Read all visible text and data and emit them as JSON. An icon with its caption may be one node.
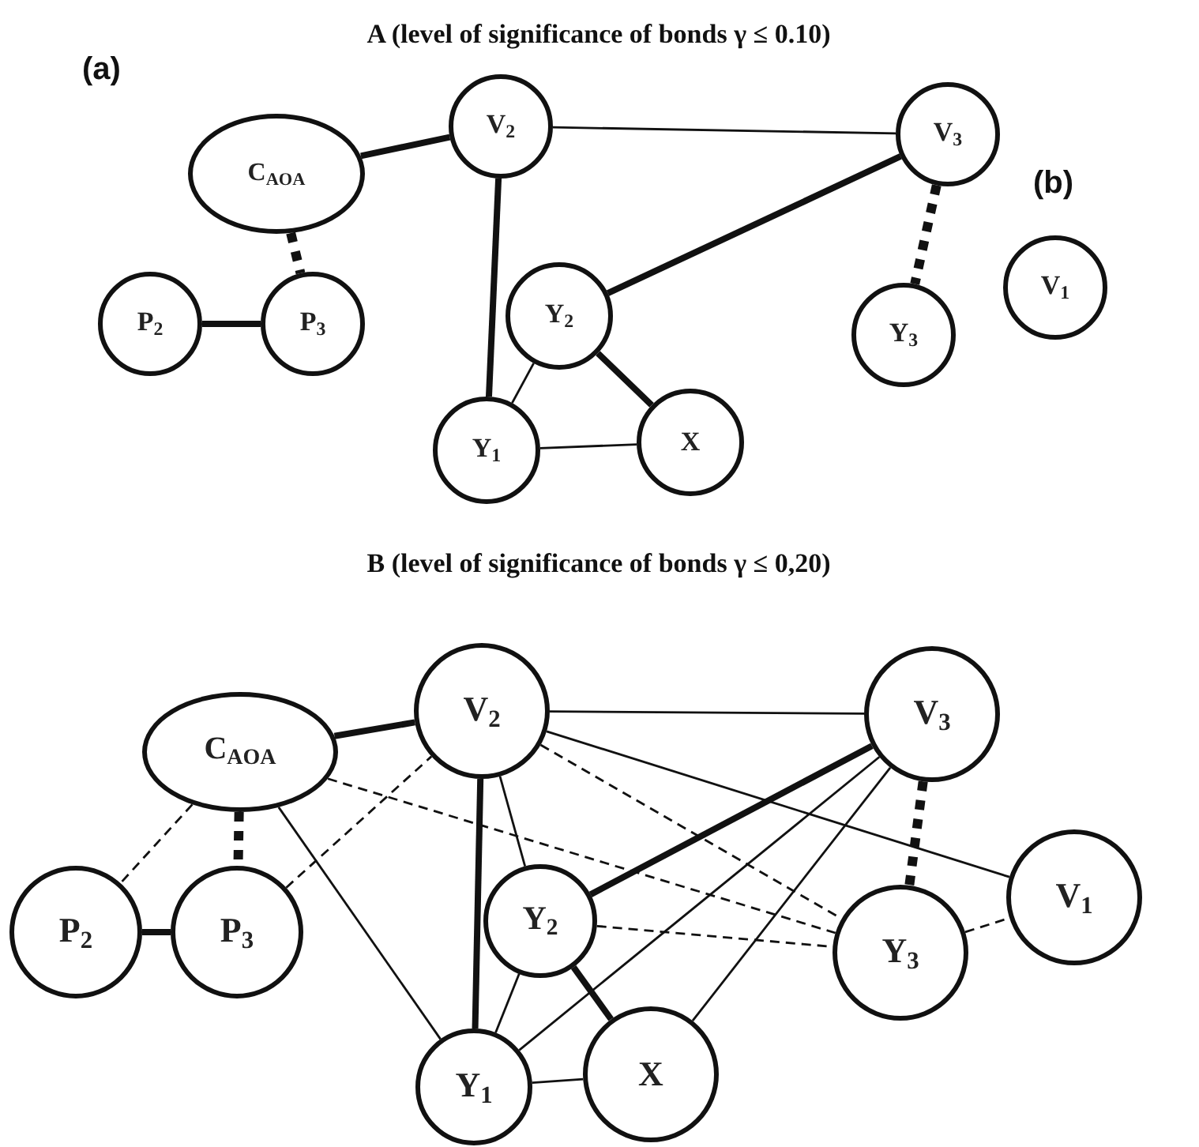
{
  "diagram": {
    "nodes": [
      {
        "text": [
          "V$_{2}$"
        ]
      },
      {
        "text": [
          "V$_{3}$"
        ]
      },
      {
        "text": [
          "C$_{AOA}$"
        ]
      },
      {
        "text": [
          "V$_{1}$"
        ]
      },
      {
        "text": [
          "P$_{2}$"
        ]
      },
      {
        "text": [
          "P$_{3}$"
        ]
      },
      {
        "text": [
          "Y$_{2}$"
        ]
      },
      {
        "text": [
          "Y$_{3}$"
        ]
      },
      {
        "text": [
          "Y$_{1}$"
        ]
      },
      {
        "text": [
          "X"
        ]
      },
      {
        "text": [
          "V$_{2}$"
        ]
      },
      {
        "text": [
          "V$_{3}$"
        ]
      },
      {
        "text": [
          "C$_{AOA}$"
        ]
      },
      {
        "text": [
          "V$_{1}$"
        ]
      },
      {
        "text": [
          "P$_{2}$"
        ]
      },
      {
        "text": [
          "P$_{3}$"
        ]
      },
      {
        "text": [
          "Y$_{2}$"
        ]
      },
      {
        "text": [
          "Y$_{3}$"
        ]
      },
      {
        "text": [
          "Y$_{1}$"
        ]
      },
      {
        "text": [
          "X"
        ]
      }
    ],
    "edges": [
      {
        "from": 2,
        "to": 0,
        "arrow": "none",
        "style": "thick"
      },
      {
        "from": 2,
        "to": 5,
        "arrow": "none",
        "style": "dashed"
      },
      {
        "from": 4,
        "to": 5,
        "arrow": "none",
        "style": "thick"
      },
      {
        "from": 0,
        "to": 1,
        "arrow": "none"
      },
      {
        "from": 0,
        "to": 8,
        "arrow": "none",
        "style": "thick"
      },
      {
        "from": 1,
        "to": 6,
        "arrow": "none",
        "style": "thick"
      },
      {
        "from": 1,
        "to": 7,
        "arrow": "none",
        "style": "dashed"
      },
      {
        "from": 6,
        "to": 8,
        "arrow": "none"
      },
      {
        "from": 6,
        "to": 9,
        "arrow": "none",
        "style": "thick"
      },
      {
        "from": 8,
        "to": 9,
        "arrow": "none"
      },
      {
        "from": 12,
        "to": 10,
        "arrow": "none",
        "style": "thick"
      },
      {
        "from": 12,
        "to": 15,
        "arrow": "none",
        "style": "dashed"
      },
      {
        "from": 14,
        "to": 15,
        "arrow": "none",
        "style": "thick"
      },
      {
        "from": 12,
        "to": 14,
        "arrow": "none",
        "style": "dashed"
      },
      {
        "from": 15,
        "to": 10,
        "arrow": "none",
        "style": "dashed"
      },
      {
        "from": 12,
        "to": 18,
        "arrow": "none"
      },
      {
        "from": 12,
        "to": 17,
        "arrow": "none",
        "style": "dashed"
      },
      {
        "from": 10,
        "to": 17,
        "arrow": "none",
        "style": "dashed"
      },
      {
        "from": 10,
        "to": 11,
        "arrow": "none"
      },
      {
        "from": 10,
        "to": 18,
        "arrow": "none",
        "style": "thick"
      },
      {
        "from": 10,
        "to": 16,
        "arrow": "none"
      },
      {
        "from": 10,
        "to": 13,
        "arrow": "none"
      },
      {
        "from": 11,
        "to": 16,
        "arrow": "none",
        "style": "thick"
      },
      {
        "from": 11,
        "to": 17,
        "arrow": "none",
        "style": "dashed"
      },
      {
        "from": 11,
        "to": 18,
        "arrow": "none"
      },
      {
        "from": 11,
        "to": 19,
        "arrow": "none"
      },
      {
        "from": 16,
        "to": 17,
        "arrow": "none",
        "style": "dashed"
      },
      {
        "from": 17,
        "to": 13,
        "arrow": "none",
        "style": "dashed"
      },
      {
        "from": 16,
        "to": 18,
        "arrow": "none"
      },
      {
        "from": 16,
        "to": 19,
        "arrow": "none",
        "style": "thick"
      },
      {
        "from": 18,
        "to": 19,
        "arrow": "none"
      }
    ],
    "labels": [
      "A (level of significance of bonds γ ≤ 0.10)",
      "(a)",
      "(b)",
      "B (level of significance of bonds γ ≤ 0,20)"
    ]
  }
}
